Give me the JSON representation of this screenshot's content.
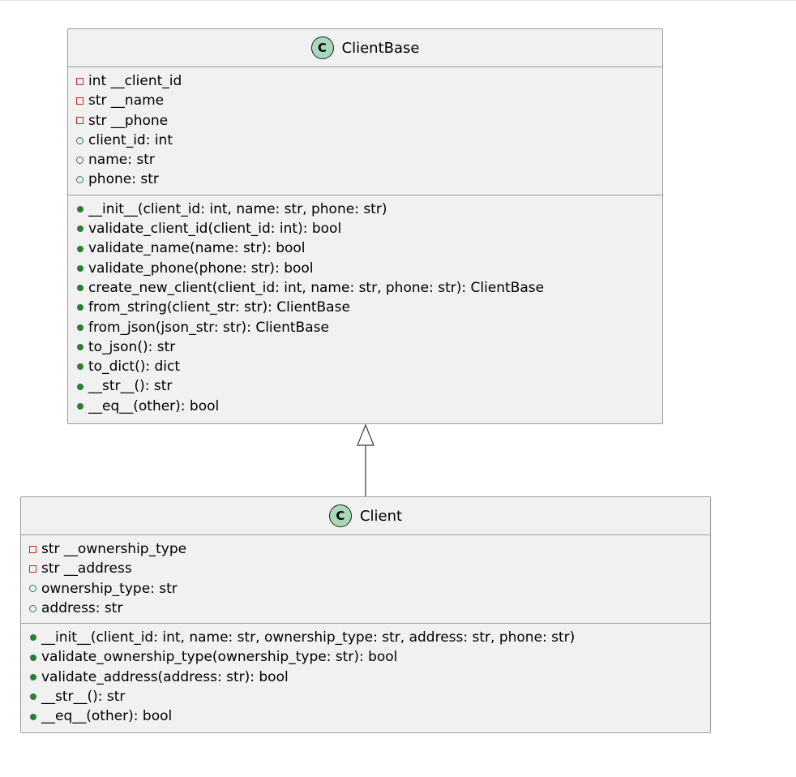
{
  "diagram_type": "uml-class",
  "classes": {
    "client_base": {
      "badge": "C",
      "name": "ClientBase",
      "fields": [
        {
          "visibility": "private",
          "text": "int __client_id"
        },
        {
          "visibility": "private",
          "text": "str __name"
        },
        {
          "visibility": "private",
          "text": "str __phone"
        },
        {
          "visibility": "public",
          "text": "client_id: int"
        },
        {
          "visibility": "public",
          "text": "name: str"
        },
        {
          "visibility": "public",
          "text": "phone: str"
        }
      ],
      "methods": [
        {
          "visibility": "public",
          "text": "__init__(client_id: int, name: str, phone: str)"
        },
        {
          "visibility": "public",
          "text": "validate_client_id(client_id: int): bool"
        },
        {
          "visibility": "public",
          "text": "validate_name(name: str): bool"
        },
        {
          "visibility": "public",
          "text": "validate_phone(phone: str): bool"
        },
        {
          "visibility": "public",
          "text": "create_new_client(client_id: int, name: str, phone: str): ClientBase"
        },
        {
          "visibility": "public",
          "text": "from_string(client_str: str): ClientBase"
        },
        {
          "visibility": "public",
          "text": "from_json(json_str: str): ClientBase"
        },
        {
          "visibility": "public",
          "text": "to_json(): str"
        },
        {
          "visibility": "public",
          "text": "to_dict(): dict"
        },
        {
          "visibility": "public",
          "text": "__str__(): str"
        },
        {
          "visibility": "public",
          "text": "__eq__(other): bool"
        }
      ]
    },
    "client": {
      "badge": "C",
      "name": "Client",
      "fields": [
        {
          "visibility": "private",
          "text": "str __ownership_type"
        },
        {
          "visibility": "private",
          "text": "str __address"
        },
        {
          "visibility": "public",
          "text": "ownership_type: str"
        },
        {
          "visibility": "public",
          "text": "address: str"
        }
      ],
      "methods": [
        {
          "visibility": "public",
          "text": "__init__(client_id: int, name: str, ownership_type: str, address: str, phone: str)"
        },
        {
          "visibility": "public",
          "text": "validate_ownership_type(ownership_type: str): bool"
        },
        {
          "visibility": "public",
          "text": "validate_address(address: str): bool"
        },
        {
          "visibility": "public",
          "text": "__str__(): str"
        },
        {
          "visibility": "public",
          "text": "__eq__(other): bool"
        }
      ]
    }
  },
  "relationships": [
    {
      "type": "inheritance",
      "from": "Client",
      "to": "ClientBase"
    }
  ],
  "colors": {
    "box_fill": "#f1f1f1",
    "border": "#9e9e9e",
    "badge_fill": "#a8d8b8",
    "private_marker": "#c62828",
    "public_marker": "#2e7d32",
    "connector": "#3a3a3a"
  }
}
